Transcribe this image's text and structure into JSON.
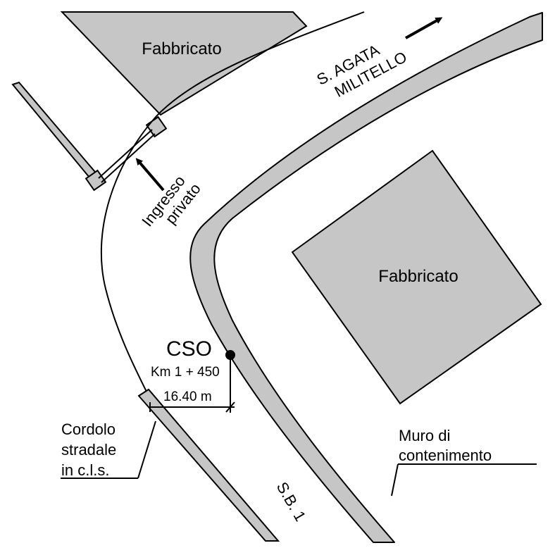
{
  "colors": {
    "fill_gray": "#c6c6c6",
    "stroke": "#000000",
    "background": "#ffffff"
  },
  "labels": {
    "building_top": "Fabbricato",
    "building_right": "Fabbricato",
    "direction_line1": "S. AGATA",
    "direction_line2": "MILITELLO",
    "private_entrance_line1": "Ingresso",
    "private_entrance_line2": "privato",
    "cso": "CSO",
    "km": "Km 1 + 450",
    "distance": "16.40 m",
    "curb_line1": "Cordolo",
    "curb_line2": "stradale",
    "curb_line3": "in c.l.s.",
    "wall_line1": "Muro di",
    "wall_line2": "contenimento",
    "road": "S.B. 1"
  },
  "icons": {
    "direction_arrow": "arrow-up-right-icon",
    "entrance_arrow": "arrow-up-left-icon",
    "point_marker": "filled-circle-marker"
  }
}
